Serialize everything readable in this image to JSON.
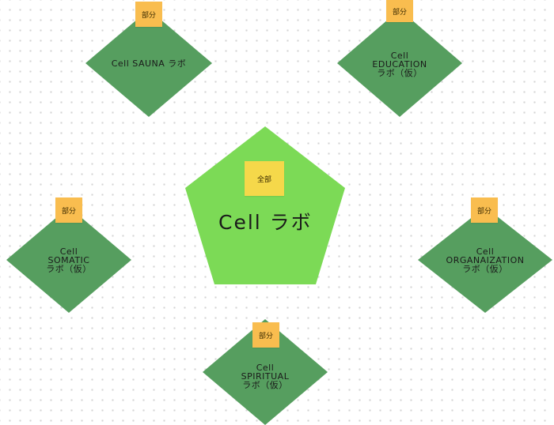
{
  "colors": {
    "diamond": "#569e5f",
    "pentagon": "#7cda56",
    "sticky": "#f9bd4f",
    "sticky_center": "#f5d84a"
  },
  "center": {
    "tag": "全部",
    "title": "Cell ラボ"
  },
  "nodes": {
    "sauna": {
      "tag": "部分",
      "lines": [
        "Cell SAUNA ラボ"
      ]
    },
    "education": {
      "tag": "部分",
      "lines": [
        "Cell",
        "EDUCATION",
        "ラボ（仮）"
      ]
    },
    "somatic": {
      "tag": "部分",
      "lines": [
        "Cell",
        "SOMATIC",
        "ラボ（仮）"
      ]
    },
    "organaization": {
      "tag": "部分",
      "lines": [
        "Cell",
        "ORGANAIZATION",
        "ラボ（仮）"
      ]
    },
    "spiritual": {
      "tag": "部分",
      "lines": [
        "Cell",
        "SPIRITUAL",
        "ラボ（仮）"
      ]
    }
  }
}
